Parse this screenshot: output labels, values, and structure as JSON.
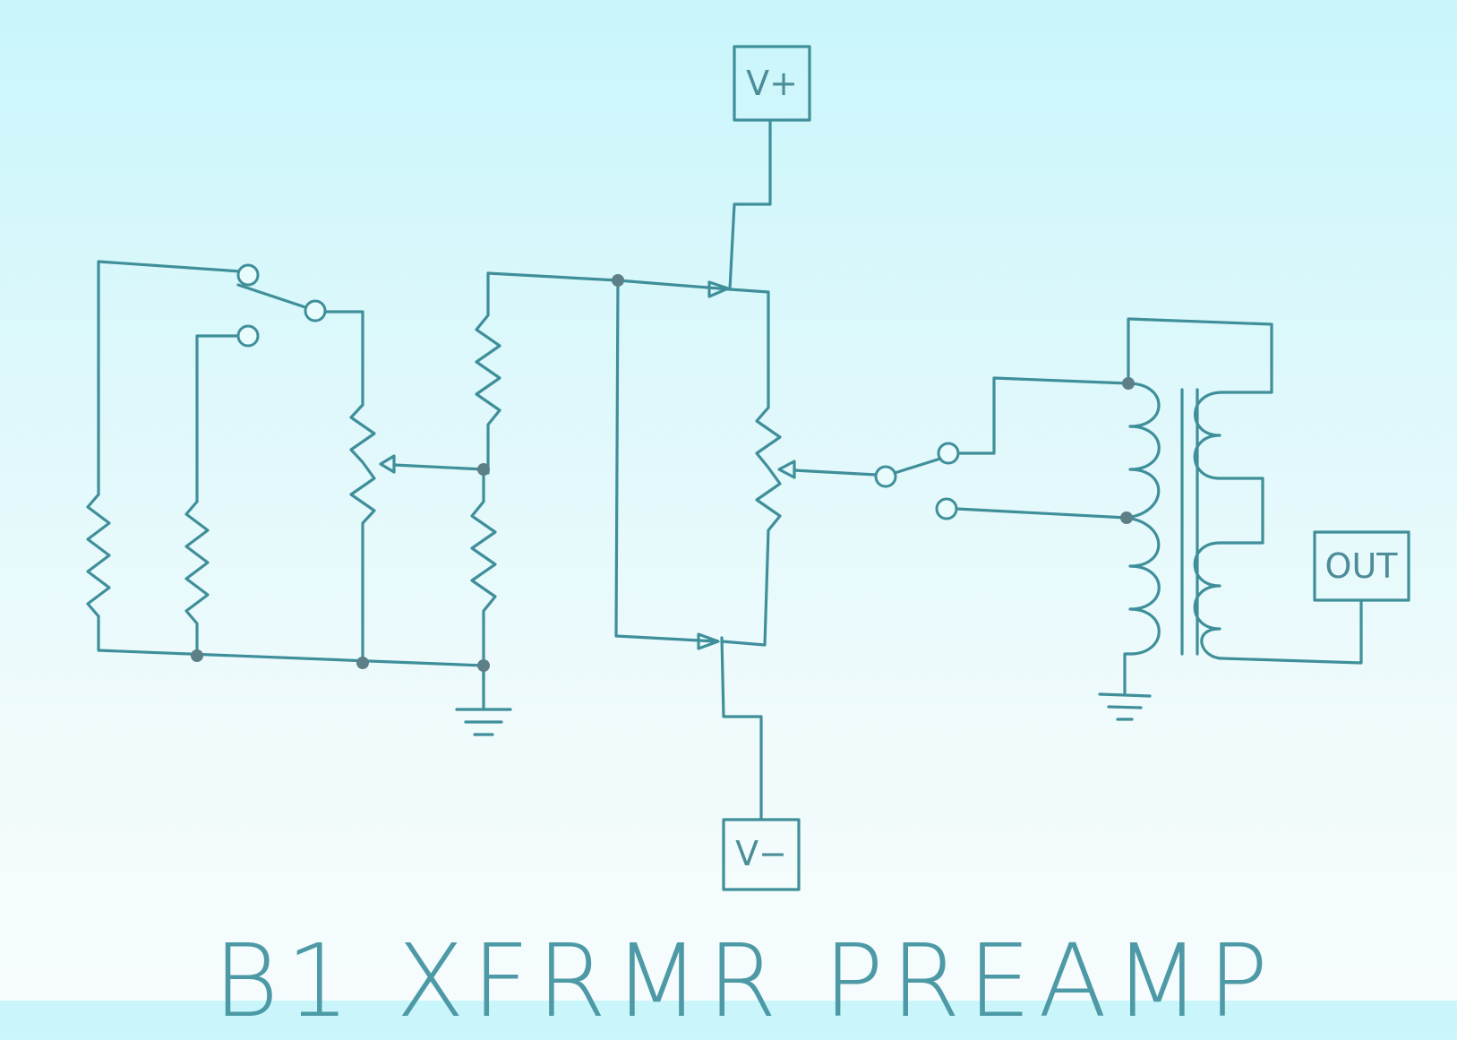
{
  "diagram": {
    "title": "B1 XFRMR PREAMP",
    "supply_positive_label": "V+",
    "supply_negative_label": "V−",
    "output_label": "OUT"
  },
  "colors": {
    "wire": "#3f8f9a",
    "junction": "#5d7f88",
    "background_top": "#c9f6fb",
    "background_bottom": "#f6fcfd"
  }
}
